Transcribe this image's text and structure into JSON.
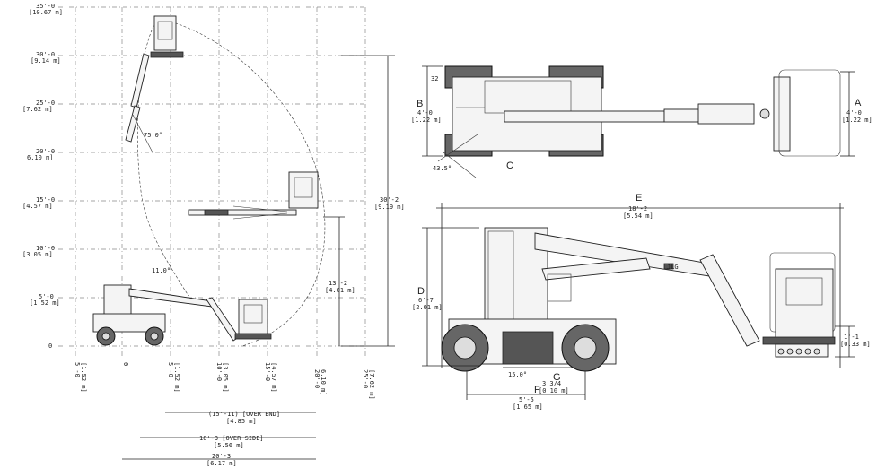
{
  "range_chart": {
    "y_ticks": [
      {
        "ft": "35'-0",
        "m": "[10.67 m]"
      },
      {
        "ft": "30'-0",
        "m": "[9.14 m]"
      },
      {
        "ft": "25'-0",
        "m": "[7.62 m]"
      },
      {
        "ft": "20'-0",
        "m": "6.10 m]"
      },
      {
        "ft": "15'-0",
        "m": "[4.57 m]"
      },
      {
        "ft": "10'-0",
        "m": "[3.05 m]"
      },
      {
        "ft": "5'-0",
        "m": "[1.52 m]"
      },
      {
        "ft": "0",
        "m": ""
      }
    ],
    "x_ticks": [
      {
        "ft": "5'-0",
        "m": "[1.52 m]"
      },
      {
        "ft": "0",
        "m": ""
      },
      {
        "ft": "5'-0",
        "m": "[1.52 m]"
      },
      {
        "ft": "10'-0",
        "m": "[3.05 m]"
      },
      {
        "ft": "15'-0",
        "m": "[4.57 m]"
      },
      {
        "ft": "20'-0",
        "m": "6.10 m]"
      },
      {
        "ft": "25'-0",
        "m": "[7.62 m]"
      }
    ],
    "angle_75": "75.0°",
    "angle_11": "11.0°",
    "height_total": "30'-2",
    "height_total_m": "[9.19 m]",
    "height_13": "13'-2",
    "height_13_m": "[4.01 m]",
    "reach_over_end": "(15'-11) [OVER END]",
    "reach_over_end_m": "[4.85 m]",
    "reach_over_side": "18'-3 [OVER SIDE]",
    "reach_over_side_m": "[5.56 m]",
    "length_20": "20'-3",
    "length_20_m": "[6.17 m]"
  },
  "top_view": {
    "label_a": "A",
    "label_b": "B",
    "label_c": "C",
    "dim_a": "4'-0",
    "dim_a_m": "[1.22 m]",
    "dim_b": "4'-0",
    "dim_b_m": "[1.22 m]",
    "small_32": "32",
    "angle": "43.5°"
  },
  "side_view": {
    "label_d": "D",
    "label_e": "E",
    "label_f": "F",
    "label_g": "G",
    "dim_e": "18'-2",
    "dim_e_m": "[5.54 m]",
    "dim_d": "6'-7",
    "dim_d_m": "[2.01 m]",
    "dim_f": "5'-5",
    "dim_f_m": "[1.65 m]",
    "dim_g": "3 3/4",
    "dim_g_m": "[0.10 m]",
    "dim_h": "1'-1",
    "dim_h_m": "[0.33 m]",
    "angle": "15.0°",
    "decal": "JLG"
  }
}
